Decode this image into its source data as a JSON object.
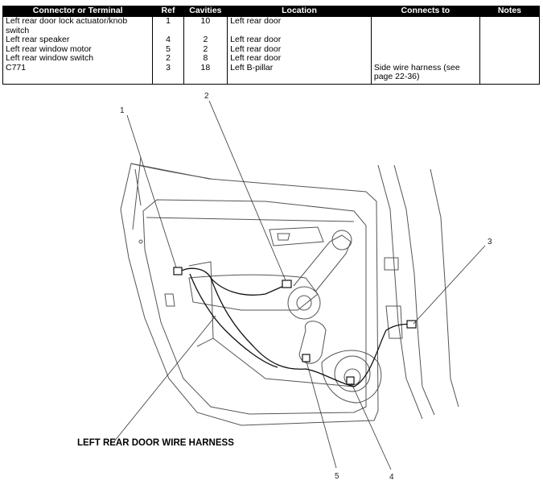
{
  "table": {
    "headers": [
      "Connector or Terminal",
      "Ref",
      "Cavities",
      "Location",
      "Connects to",
      "Notes"
    ],
    "rows": [
      {
        "name": "Left rear door lock actuator/knob switch",
        "ref": "1",
        "cavities": "10",
        "location": "Left rear door",
        "connects": "",
        "notes": ""
      },
      {
        "name": "Left rear speaker",
        "ref": "4",
        "cavities": "2",
        "location": "Left rear door",
        "connects": "",
        "notes": ""
      },
      {
        "name": "Left rear window motor",
        "ref": "5",
        "cavities": "2",
        "location": "Left rear door",
        "connects": "",
        "notes": ""
      },
      {
        "name": "Left rear window switch",
        "ref": "2",
        "cavities": "8",
        "location": "Left rear door",
        "connects": "",
        "notes": ""
      },
      {
        "name": "C771",
        "ref": "3",
        "cavities": "18",
        "location": "Left B-pillar",
        "connects": "Side wire harness (see page 22-36)",
        "notes": ""
      }
    ]
  },
  "diagram": {
    "callouts": [
      "1",
      "2",
      "3",
      "4",
      "5"
    ],
    "caption": "LEFT REAR DOOR WIRE HARNESS"
  }
}
